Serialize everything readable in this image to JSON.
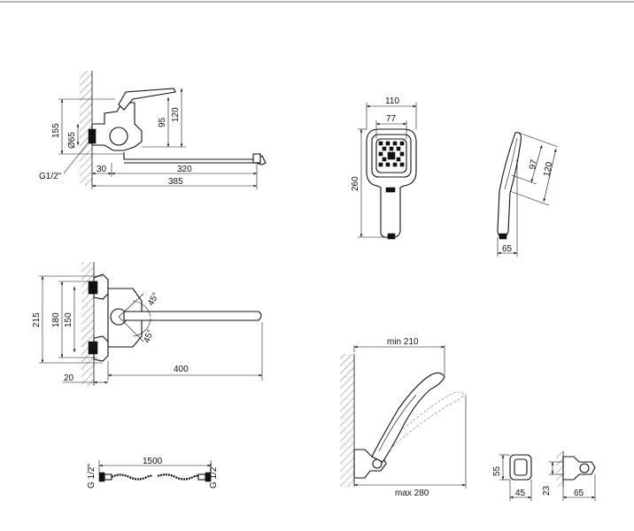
{
  "dimensions": {
    "side_view": {
      "h155": "155",
      "h120": "120",
      "h95": "95",
      "d65": "Ø65",
      "thread": "G1/2\"",
      "w30": "30",
      "w320": "320",
      "w385": "385"
    },
    "top_view": {
      "h215": "215",
      "h180": "180",
      "h150": "150",
      "a45_top": "45°",
      "a45_bottom": "45°",
      "w400": "400",
      "w20": "20"
    },
    "hand_shower": {
      "w110": "110",
      "w77": "77",
      "h260": "260",
      "s97": "97",
      "s120": "120",
      "w65": "65"
    },
    "hose": {
      "length": "1500",
      "thread_left": "G 1/2\"",
      "thread_right": "G 1/2\""
    },
    "holder": {
      "min": "min 210",
      "max": "max 280"
    },
    "bracket": {
      "h55": "55",
      "w45": "45",
      "h23": "23",
      "w65": "65"
    }
  }
}
